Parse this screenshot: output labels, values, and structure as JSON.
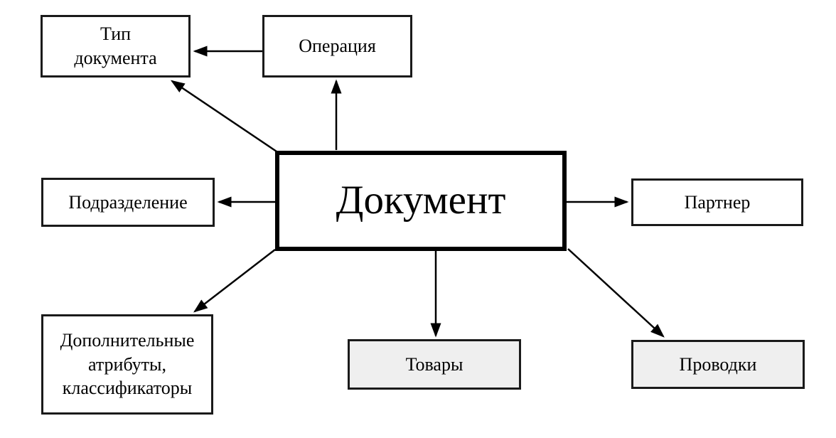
{
  "diagram": {
    "nodes": {
      "dokument": {
        "label": "Документ"
      },
      "tip_dokumenta": {
        "label": "Тип\nдокумента"
      },
      "operatsiya": {
        "label": "Операция"
      },
      "podrazdelenie": {
        "label": "Подразделение"
      },
      "partner": {
        "label": "Партнер"
      },
      "dop_atributy": {
        "label": "Дополнительные\nатрибуты,\nклассификаторы"
      },
      "tovary": {
        "label": "Товары"
      },
      "provodki": {
        "label": "Проводки"
      }
    },
    "edges": [
      {
        "from": "operatsiya",
        "to": "tip_dokumenta"
      },
      {
        "from": "dokument",
        "to": "tip_dokumenta"
      },
      {
        "from": "dokument",
        "to": "operatsiya"
      },
      {
        "from": "dokument",
        "to": "podrazdelenie"
      },
      {
        "from": "dokument",
        "to": "partner"
      },
      {
        "from": "dokument",
        "to": "dop_atributy"
      },
      {
        "from": "dokument",
        "to": "tovary"
      },
      {
        "from": "dokument",
        "to": "provodki"
      }
    ],
    "colors": {
      "background": "#ffffff",
      "line": "#000000",
      "box_border": "#1a1a1a",
      "box_fill": "#ffffff",
      "shaded_box_fill": "#efefef",
      "text": "#000000"
    }
  }
}
